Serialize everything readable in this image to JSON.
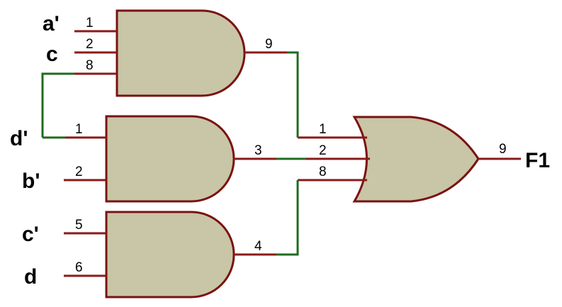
{
  "signals": {
    "a_not": "a'",
    "c": "c",
    "d_not": "d'",
    "b_not": "b'",
    "c_not": "c'",
    "d": "d",
    "output": "F1"
  },
  "gate1": {
    "pins": {
      "in1": "1",
      "in2": "2",
      "in3": "8",
      "out": "9"
    }
  },
  "gate2": {
    "pins": {
      "in1": "1",
      "in2": "2",
      "out": "3"
    }
  },
  "gate3": {
    "pins": {
      "in1": "5",
      "in2": "6",
      "out": "4"
    }
  },
  "or_gate": {
    "pins": {
      "in1": "1",
      "in2": "2",
      "in3": "8",
      "out": "9"
    }
  },
  "colors": {
    "gate_fill": "#c8c6a6",
    "gate_outline": "#7a1212",
    "pin": "#8b1a1a",
    "wire": "#1f6b1f"
  }
}
